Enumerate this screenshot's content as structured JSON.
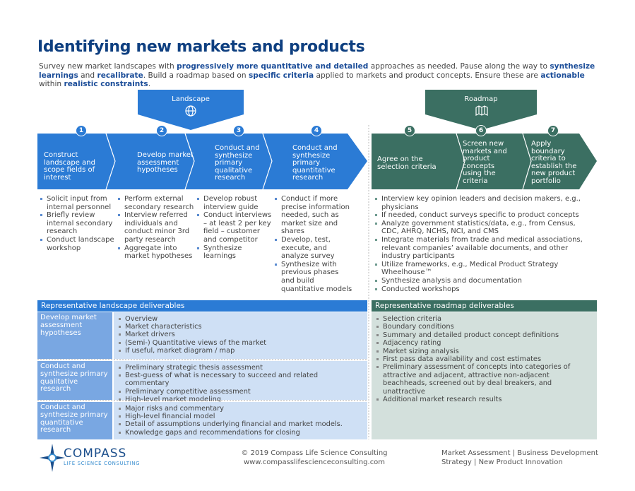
{
  "title": "Identifying new markets and products",
  "intro": {
    "t1": "Survey new market landscapes with ",
    "b1": "progressively more quantitative and detailed",
    "t2": " approaches as needed. Pause along the way to ",
    "b2": "synthesize learnings",
    "t3": " and ",
    "b3": "recalibrate",
    "t4": ". Build a roadmap based on ",
    "b4": "specific criteria",
    "t5": " applied to markets and product concepts. Ensure these are ",
    "b5": "actionable",
    "t6": " within ",
    "b6": "realistic constraints",
    "t7": "."
  },
  "colors": {
    "blue": "#2b7bd5",
    "green": "#3b6f62",
    "navy": "#0e3f80"
  },
  "phases": {
    "landscape": {
      "label": "Landscape",
      "icon": "globe-icon"
    },
    "roadmap": {
      "label": "Roadmap",
      "icon": "map-icon"
    }
  },
  "steps": [
    {
      "num": "1",
      "label": "Construct landscape and scope fields of interest"
    },
    {
      "num": "2",
      "label": "Develop market assessment hypotheses"
    },
    {
      "num": "3",
      "label": "Conduct and synthesize primary qualitative research"
    },
    {
      "num": "4",
      "label": "Conduct and synthesize primary quantitative research"
    },
    {
      "num": "5",
      "label": "Agree on the selection criteria"
    },
    {
      "num": "6",
      "label": "Screen new markets and product concepts using the criteria"
    },
    {
      "num": "7",
      "label": "Apply boundary criteria to establish the new product portfolio"
    }
  ],
  "activities": {
    "step1": [
      "Solicit input from internal personnel",
      "Briefly review internal secondary research",
      "Conduct landscape workshop"
    ],
    "step2": [
      "Perform external secondary research",
      "Interview referred individuals and conduct minor 3rd party research",
      "Aggregate into market hypotheses"
    ],
    "step3": [
      "Develop robust interview guide",
      "Conduct interviews – at least 2 per key field – customer and competitor",
      "Synthesize learnings"
    ],
    "step4": [
      "Conduct if more precise information needed, such as market size and shares",
      "Develop, test, execute, and analyze survey",
      "Synthesize with previous phases and build quantitative models"
    ],
    "roadmap": [
      "Interview key opinion leaders and decision makers, e.g., physicians",
      "If needed, conduct surveys specific to product concepts",
      "Analyze government statistics/data, e.g., from Census, CDC, AHRQ, NCHS, NCI, and CMS",
      "Integrate materials from trade and medical associations, relevant companies’ available documents, and other industry participants",
      "Utilize frameworks, e.g., Medical Product Strategy Wheelhouse™",
      "Synthesize analysis and documentation",
      "Conducted workshops"
    ]
  },
  "landscape_deliverables": {
    "header": "Representative landscape deliverables",
    "rows": [
      {
        "label": "Develop market assessment hypotheses",
        "items": [
          "Overview",
          "Market characteristics",
          "Market drivers",
          "(Semi-) Quantitative views of the market",
          "If useful, market diagram / map"
        ]
      },
      {
        "label": "Conduct and synthesize primary qualitative research",
        "items": [
          "Preliminary strategic thesis assessment",
          "Best-guess of what is necessary to succeed and related commentary",
          "Preliminary competitive assessment",
          "High-level market modeling"
        ]
      },
      {
        "label": "Conduct and synthesize primary quantitative research",
        "items": [
          "Major risks and commentary",
          "High-level financial model",
          "Detail of assumptions underlying financial and market models.",
          "Knowledge gaps and recommendations for closing"
        ]
      }
    ]
  },
  "roadmap_deliverables": {
    "header": "Representative roadmap deliverables",
    "items": [
      "Selection criteria",
      "Boundary conditions",
      "Summary and detailed product concept definitions",
      "Adjacency rating",
      "Market sizing analysis",
      "First pass data availability and cost estimates",
      "Preliminary assessment of concepts into categories of attractive and adjacent, attractive non-adjacent beachheads, screened out by deal breakers, and unattractive",
      "Additional market research results"
    ]
  },
  "footer": {
    "logo_name": "COMPASS",
    "logo_sub": "LIFE SCIENCE CONSULTING",
    "copyright": "© 2019 Compass Life Science Consulting",
    "website": "www.compasslifescienceconsulting.com",
    "tagline1": "Market Assessment | Business Development",
    "tagline2": "Strategy | New Product Innovation"
  }
}
